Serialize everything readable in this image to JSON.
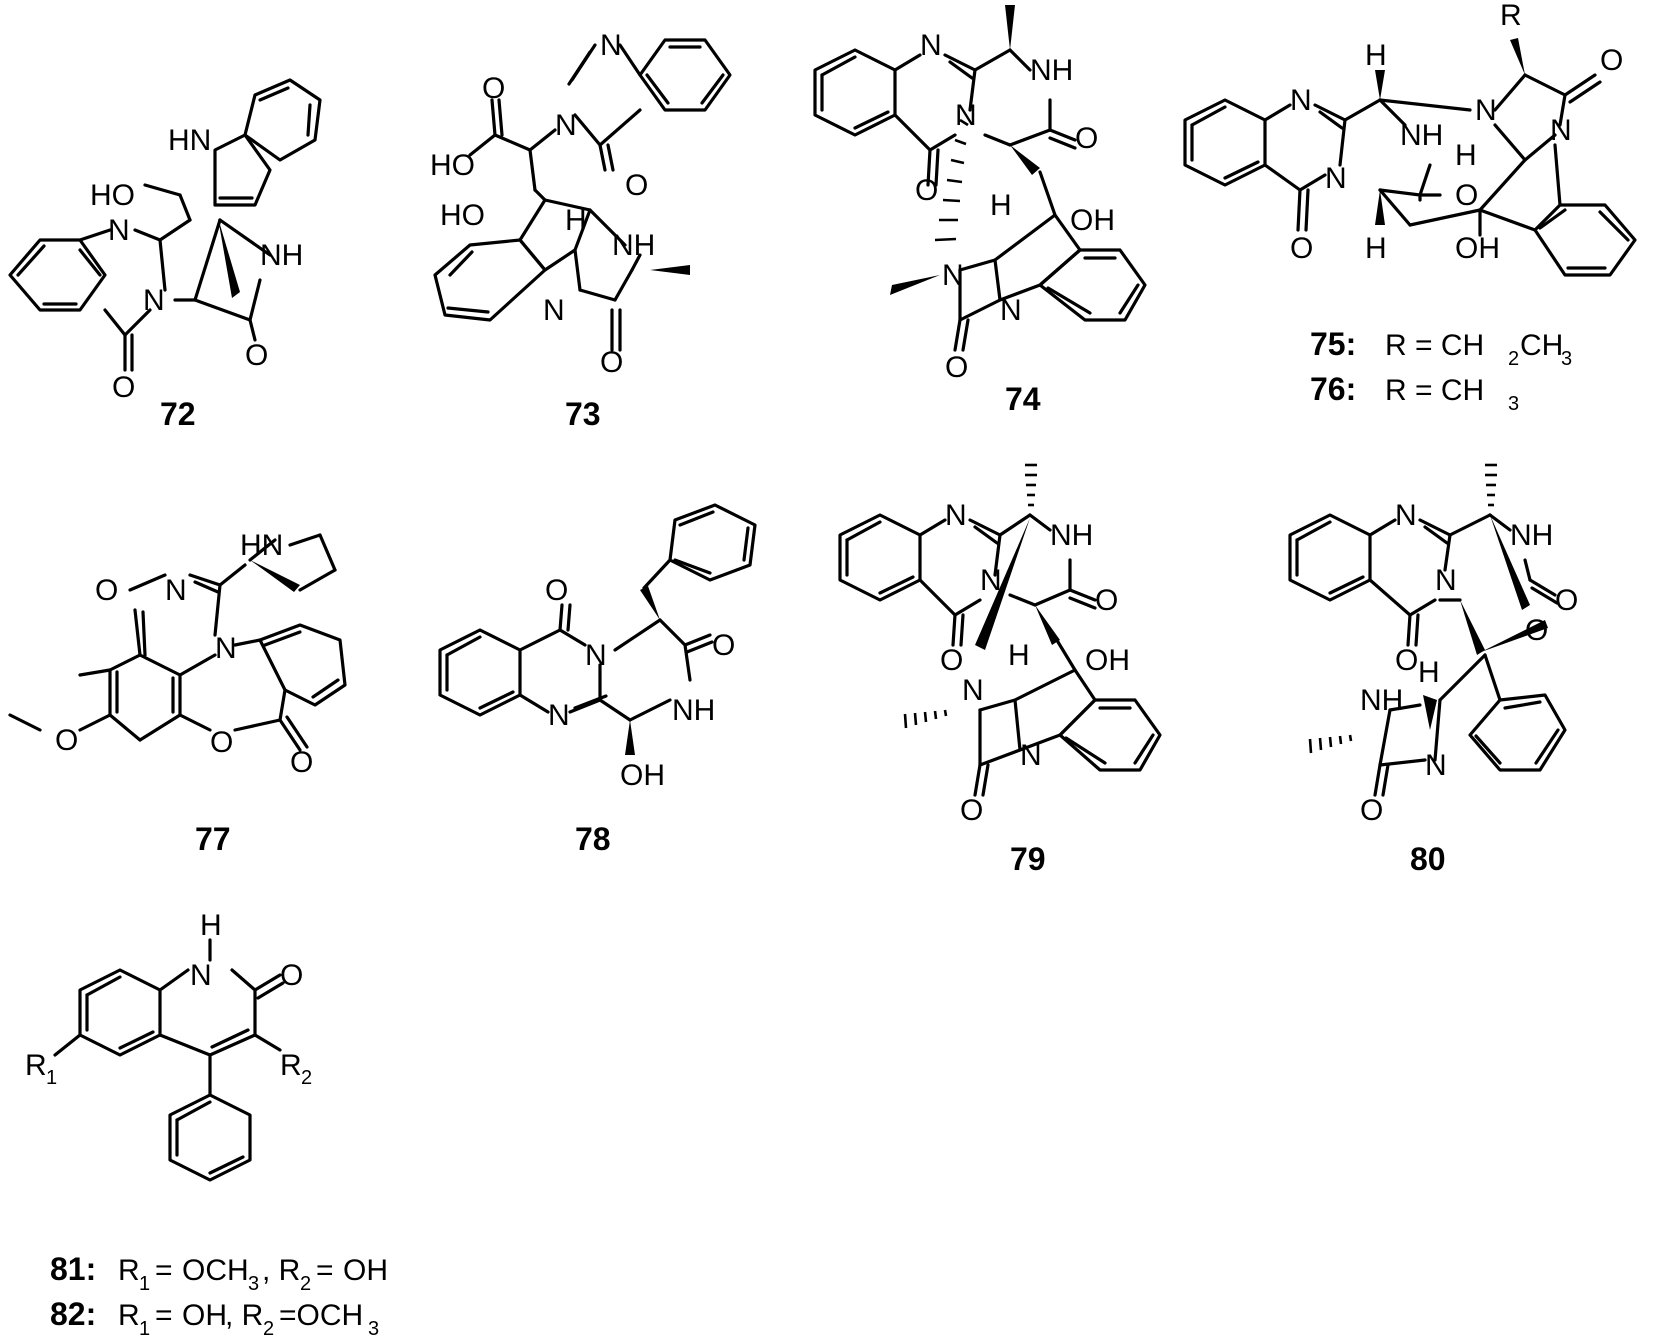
{
  "figure": {
    "background": "#ffffff",
    "ink": "#000000",
    "compounds": [
      {
        "id": "72",
        "atoms": [
          "HN",
          "HO",
          "N",
          "N",
          "NH",
          "O",
          "O"
        ]
      },
      {
        "id": "73",
        "atoms": [
          "N",
          "N",
          "O",
          "O",
          "HO",
          "HO",
          "H",
          "NH",
          "N",
          "O"
        ]
      },
      {
        "id": "74",
        "atoms": [
          "N",
          "NH",
          "N",
          "O",
          "O",
          "H",
          "OH",
          "N",
          "N",
          "O"
        ]
      },
      {
        "id": "75_76",
        "atoms": [
          "R",
          "H",
          "N",
          "O",
          "N",
          "NH",
          "H",
          "N",
          "N",
          "O",
          "O",
          "H",
          "OH"
        ],
        "substituents": [
          {
            "id": "75",
            "text": "R = CH",
            "sub": "2",
            "tail": "CH",
            "sub2": "3"
          },
          {
            "id": "76",
            "text": "R = CH",
            "sub": "3"
          }
        ]
      },
      {
        "id": "77",
        "atoms": [
          "HN",
          "O",
          "N",
          "N",
          "O",
          "O",
          "O"
        ]
      },
      {
        "id": "78",
        "atoms": [
          "O",
          "N",
          "O",
          "NH",
          "N",
          "OH"
        ]
      },
      {
        "id": "79",
        "atoms": [
          "N",
          "NH",
          "N",
          "O",
          "O",
          "H",
          "OH",
          "N",
          "N",
          "O"
        ]
      },
      {
        "id": "80",
        "atoms": [
          "N",
          "NH",
          "N",
          "O",
          "O",
          "O",
          "H",
          "NH",
          "N",
          "O"
        ]
      },
      {
        "id": "81_82",
        "atoms": [
          "H",
          "N",
          "O",
          "R",
          "R"
        ],
        "substituents": [
          {
            "id": "81",
            "r1": "OCH",
            "r1sub": "3",
            "r2": "OH"
          },
          {
            "id": "82",
            "r1": "OH",
            "r2": "=OCH",
            "r2sub": "3"
          }
        ]
      }
    ]
  },
  "labels": {
    "c72": "72",
    "c73": "73",
    "c74": "74",
    "c75": "75:",
    "c76": "76:",
    "c77": "77",
    "c78": "78",
    "c79": "79",
    "c80": "80",
    "c81": "81:",
    "c82": "82:"
  }
}
